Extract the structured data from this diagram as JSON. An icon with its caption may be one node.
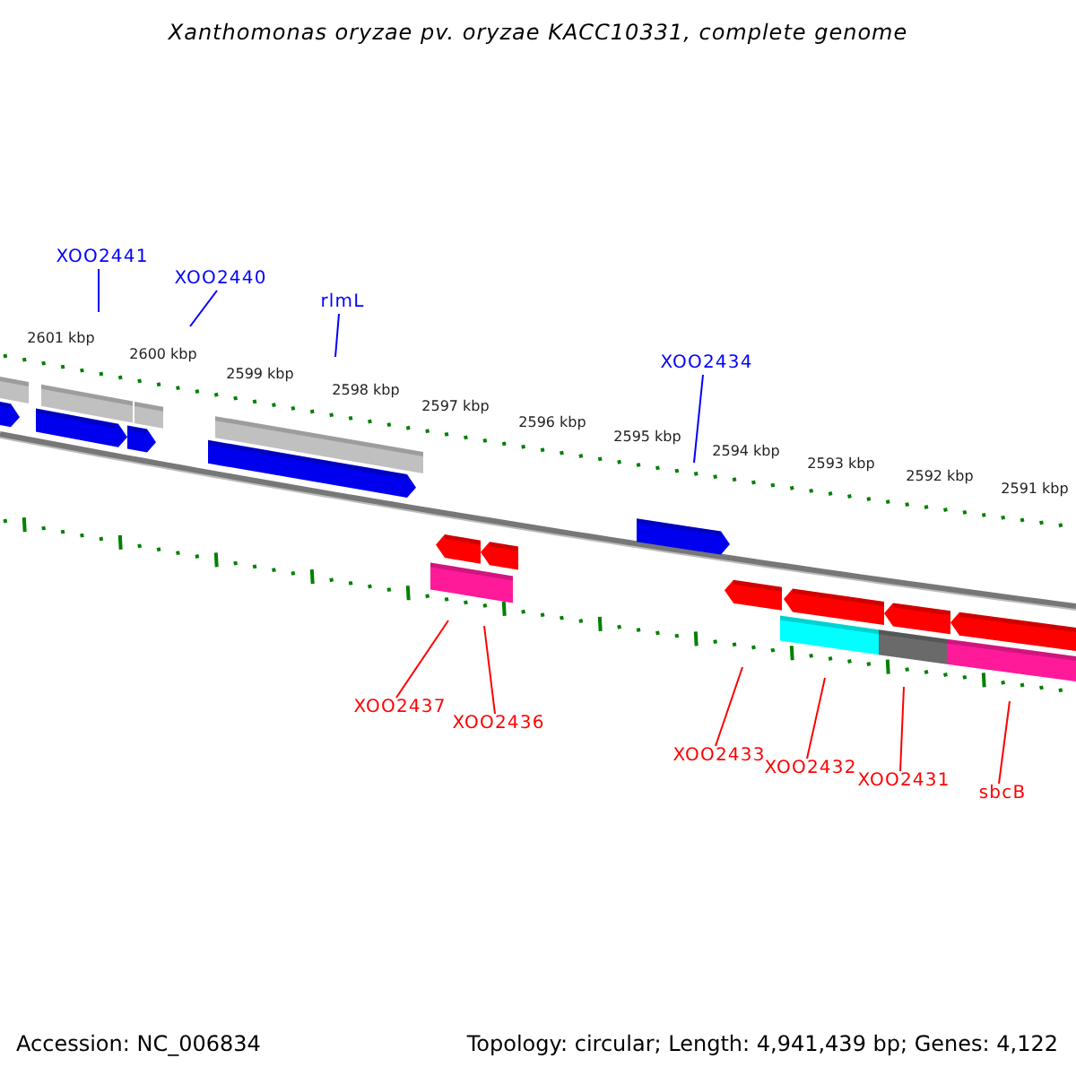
{
  "diagram": {
    "title": "Xanthomonas oryzae pv. oryzae KACC10331, complete genome",
    "nodes": [
      {
        "text": [
          "XOO2441"
        ]
      },
      {
        "text": [
          "XOO2440"
        ]
      },
      {
        "text": [
          "rlmL"
        ]
      },
      {
        "text": [
          "XOO2434"
        ]
      },
      {
        "text": [
          "XOO2437"
        ]
      },
      {
        "text": [
          "XOO2436"
        ]
      },
      {
        "text": [
          "XOO2433"
        ]
      },
      {
        "text": [
          "XOO2432"
        ]
      },
      {
        "text": [
          "XOO2431"
        ]
      },
      {
        "text": [
          "sbcB"
        ]
      }
    ],
    "edges": [
      {
        "from": 0,
        "to": null,
        "arrow": "none",
        "color": "#0000ff"
      },
      {
        "from": 1,
        "to": null,
        "arrow": "none",
        "color": "#0000ff"
      },
      {
        "from": 2,
        "to": null,
        "arrow": "none",
        "color": "#0000ff"
      },
      {
        "from": 3,
        "to": null,
        "arrow": "none",
        "color": "#0000ff"
      },
      {
        "from": 4,
        "to": null,
        "arrow": "none"
      },
      {
        "from": 5,
        "to": null,
        "arrow": "none"
      },
      {
        "from": 6,
        "to": null,
        "arrow": "none"
      },
      {
        "from": 7,
        "to": null,
        "arrow": "none"
      },
      {
        "from": 8,
        "to": null,
        "arrow": "none"
      },
      {
        "from": 9,
        "to": null,
        "arrow": "none"
      }
    ],
    "labels": [
      "2601 kbp",
      "2600 kbp",
      "2599 kbp",
      "2598 kbp",
      "2597 kbp",
      "2596 kbp",
      "2595 kbp",
      "2594 kbp",
      "2593 kbp",
      "2592 kbp",
      "2591 kbp",
      "Accession: NC_006834",
      "Topology: circular; Length: 4,941,439 bp; Genes: 4,122"
    ]
  }
}
